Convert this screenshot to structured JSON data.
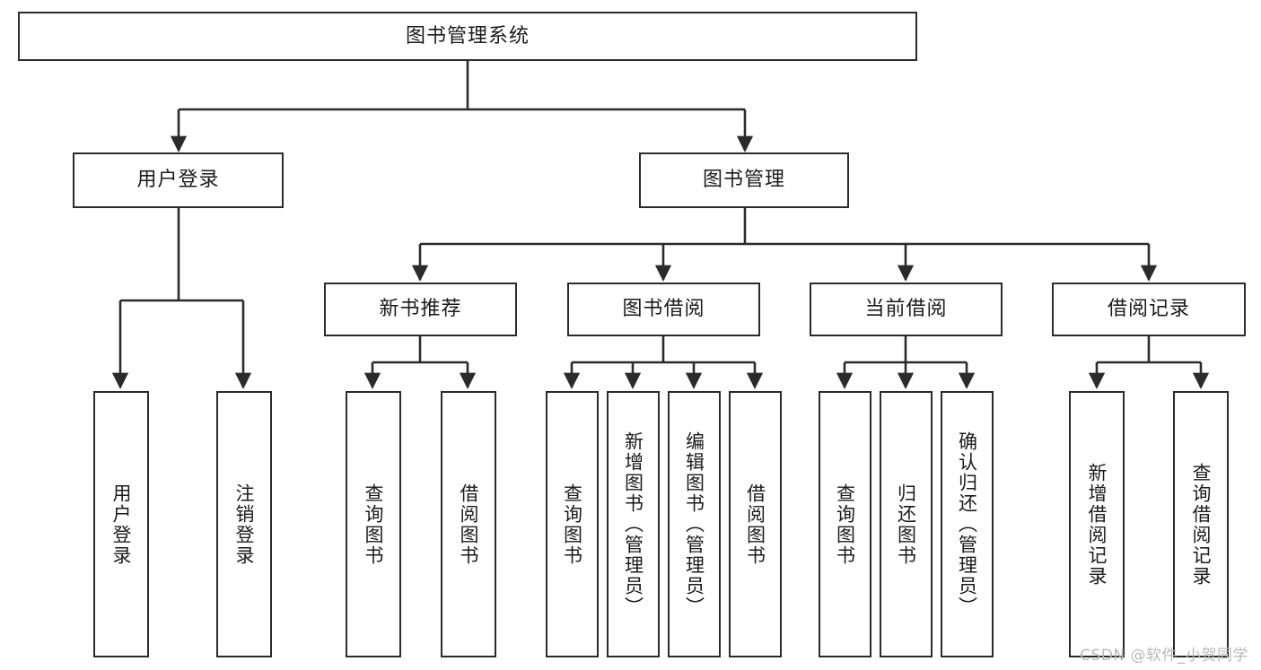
{
  "diagram": {
    "title": "图书管理系统",
    "type": "tree",
    "watermark": "CSDN @软件_小贺同学",
    "colors": {
      "box_border": "#2b2b2b",
      "box_fill": "#ffffff",
      "connector": "#2b2b2b",
      "text": "#1b1b1b",
      "watermark": "#b9b9b9",
      "background": "#ffffff"
    }
  },
  "root": {
    "label": "图书管理系统"
  },
  "level1": [
    {
      "label": "用户登录"
    },
    {
      "label": "图书管理"
    }
  ],
  "level2": [
    {
      "label": "新书推荐"
    },
    {
      "label": "图书借阅"
    },
    {
      "label": "当前借阅"
    },
    {
      "label": "借阅记录"
    }
  ],
  "leaves": {
    "user_login": [
      {
        "label": "用户登录"
      },
      {
        "label": "注销登录"
      }
    ],
    "new_book_recommend": [
      {
        "label": "查询图书"
      },
      {
        "label": "借阅图书"
      }
    ],
    "book_borrow": [
      {
        "label": "查询图书"
      },
      {
        "label": "新增图书（管理员）"
      },
      {
        "label": "编辑图书（管理员）"
      },
      {
        "label": "借阅图书"
      }
    ],
    "current_borrow": [
      {
        "label": "查询图书"
      },
      {
        "label": "归还图书"
      },
      {
        "label": "确认归还（管理员）"
      }
    ],
    "borrow_records": [
      {
        "label": "新增借阅记录"
      },
      {
        "label": "查询借阅记录"
      }
    ]
  }
}
